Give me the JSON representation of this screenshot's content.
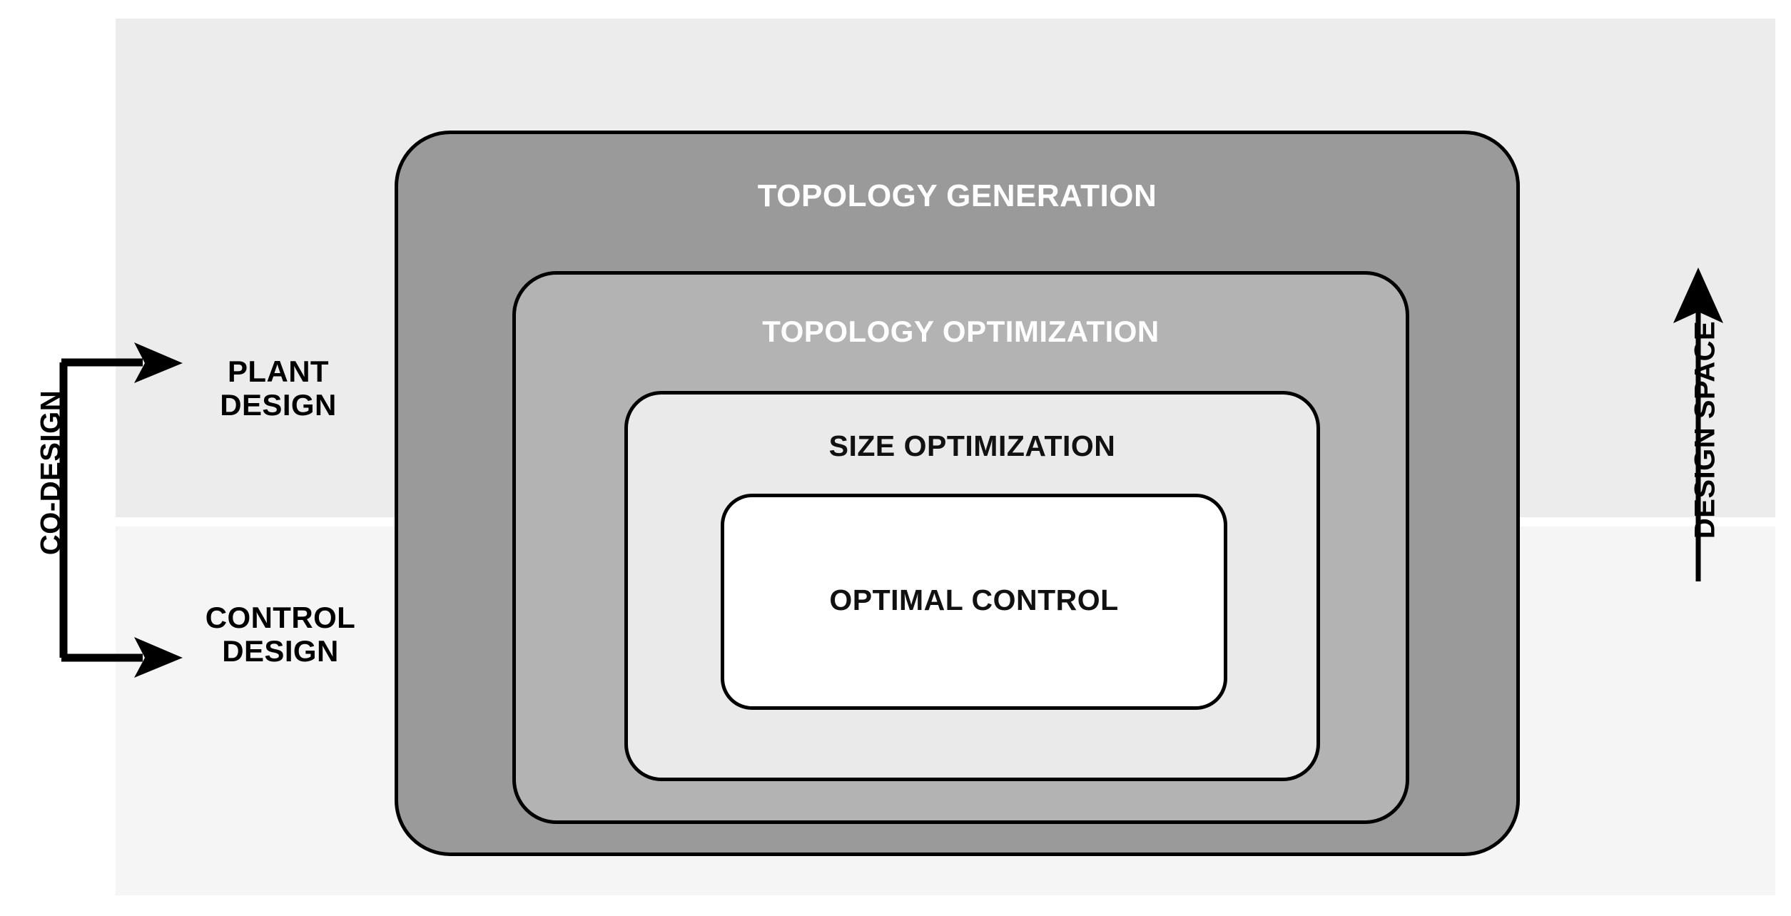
{
  "diagram": {
    "title": "Co-Design and Design Space Nested Optimization Levels",
    "background": {
      "upper_band_color": "#ECECEC",
      "lower_band_color": "#F5F5F5"
    },
    "nested_levels": [
      {
        "id": "topology-generation",
        "label": "TOPOLOGY GENERATION",
        "fill": "#9A9A9A",
        "text_color": "#FFFFFF",
        "depth": 1
      },
      {
        "id": "topology-optimization",
        "label": "TOPOLOGY OPTIMIZATION",
        "fill": "#B3B3B3",
        "text_color": "#FFFFFF",
        "depth": 2
      },
      {
        "id": "size-optimization",
        "label": "SIZE OPTIMIZATION",
        "fill": "#EAEAEA",
        "text_color": "#111111",
        "depth": 3
      },
      {
        "id": "optimal-control",
        "label": "OPTIMAL CONTROL",
        "fill": "#FFFFFF",
        "text_color": "#111111",
        "depth": 4
      }
    ],
    "left_group": {
      "bracket_label": "CO-DESIGN",
      "branches": [
        {
          "id": "plant-design",
          "label": "PLANT\nDESIGN"
        },
        {
          "id": "control-design",
          "label": "CONTROL\nDESIGN"
        }
      ]
    },
    "right_axis": {
      "label": "DESIGN SPACE",
      "arrow_direction": "up",
      "stroke_color": "#000000"
    }
  }
}
